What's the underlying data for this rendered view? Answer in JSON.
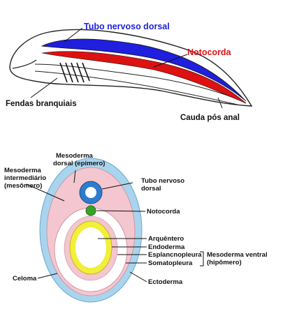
{
  "top_diagram": {
    "labels": {
      "dorsal_nerve_tube": "Tubo nervoso dorsal",
      "notochord": "Notocorda",
      "gill_slits": "Fendas branquiais",
      "post_anal_tail": "Cauda pós anal"
    }
  },
  "bottom_diagram": {
    "labels": {
      "dorsal_mesoderm_line1": "Mesoderma",
      "dorsal_mesoderm_line2": "dorsal (epímero)",
      "intermediate_mesoderm_line1": "Mesoderma",
      "intermediate_mesoderm_line2": "intermediário",
      "intermediate_mesoderm_line3": "(mesômero)",
      "dorsal_nerve_tube_line1": "Tubo nervoso",
      "dorsal_nerve_tube_line2": "dorsal",
      "notochord": "Notocorda",
      "archenteron": "Arquêntero",
      "endoderm": "Endoderma",
      "splanchnopleure": "Esplancnopleura",
      "somatopleure": "Somatopleura",
      "ventral_mesoderm_line1": "Mesoderma ventral",
      "ventral_mesoderm_line2": "(hipômero)",
      "coelom": "Celoma",
      "ectoderm": "Ectoderma"
    }
  },
  "colors": {
    "nerve_tube": "#1f1fdd",
    "notochord": "#dd1111",
    "ectoderm": "#a9d4ee",
    "mesoderm": "#f4c6cf",
    "endoderm": "#f2ee3a",
    "notochord_section": "#3aa12a",
    "label_text": "#111111"
  }
}
